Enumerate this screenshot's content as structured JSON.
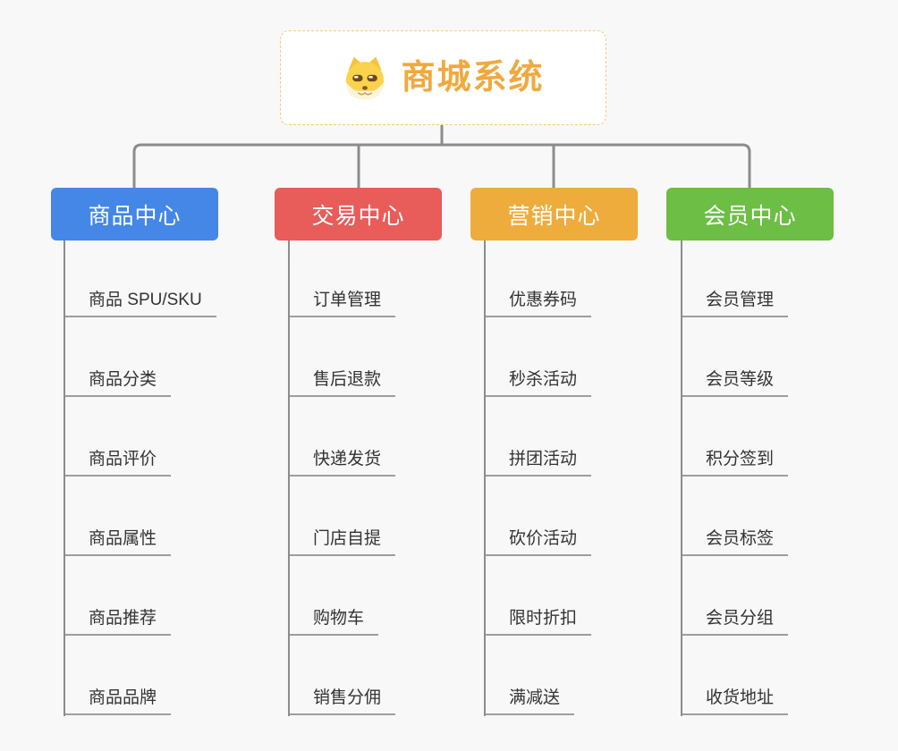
{
  "root": {
    "title": "商城系统",
    "icon": "shiba-dog-icon"
  },
  "branches": [
    {
      "label": "商品中心",
      "color": "#4487e7",
      "items": [
        "商品 SPU/SKU",
        "商品分类",
        "商品评价",
        "商品属性",
        "商品推荐",
        "商品品牌"
      ]
    },
    {
      "label": "交易中心",
      "color": "#e85c59",
      "items": [
        "订单管理",
        "售后退款",
        "快递发货",
        "门店自提",
        "购物车",
        "销售分佣"
      ]
    },
    {
      "label": "营销中心",
      "color": "#eeac3c",
      "items": [
        "优惠券码",
        "秒杀活动",
        "拼团活动",
        "砍价活动",
        "限时折扣",
        "满减送"
      ]
    },
    {
      "label": "会员中心",
      "color": "#6cbe44",
      "items": [
        "会员管理",
        "会员等级",
        "积分签到",
        "会员标签",
        "会员分组",
        "收货地址"
      ]
    }
  ],
  "colors": {
    "root_text": "#f0a93e",
    "root_border": "#f3c97e",
    "connector": "#8c8c8c",
    "leaf_line": "#9e9e9e",
    "leaf_text": "#333333",
    "background": "#f8f8f8"
  }
}
